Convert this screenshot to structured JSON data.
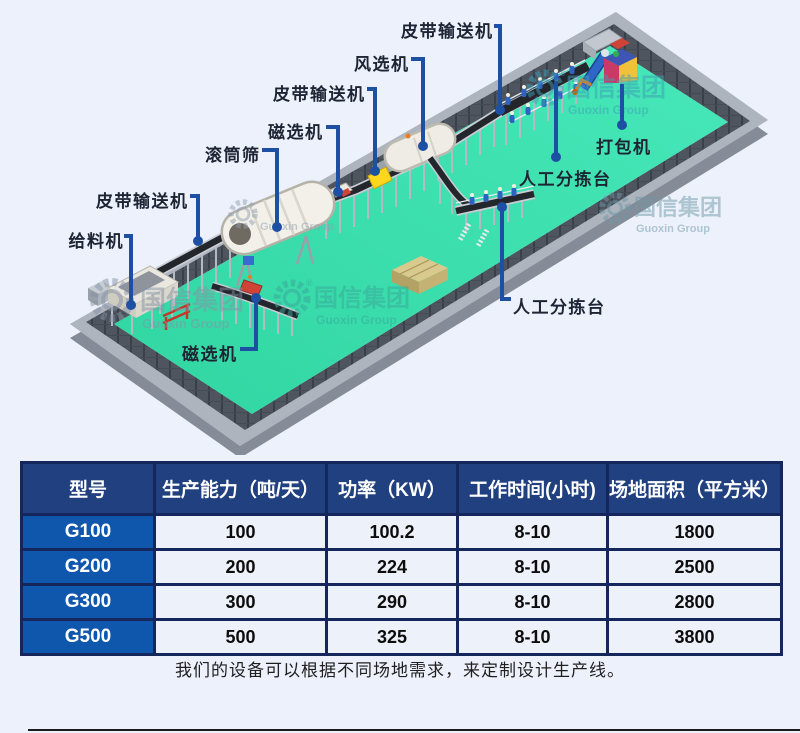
{
  "illustration": {
    "callouts": [
      {
        "label": "给料机"
      },
      {
        "label": "皮带输送机"
      },
      {
        "label": "磁选机"
      },
      {
        "label": "滚筒筛"
      },
      {
        "label": "磁选机"
      },
      {
        "label": "皮带输送机"
      },
      {
        "label": "风选机"
      },
      {
        "label": "皮带输送机"
      },
      {
        "label": "人工分拣台"
      },
      {
        "label": "打包机"
      },
      {
        "label": "人工分拣台"
      }
    ],
    "watermark": {
      "cn": "国信集团",
      "en": "Guoxin Group",
      "reg": "®"
    },
    "colors": {
      "floor": "#3bdfae",
      "wall": "#4f555f",
      "leader": "#1d4fa3",
      "label_text": "#1d2433"
    }
  },
  "table": {
    "headers": [
      "型号",
      "生产能力（吨/天）",
      "功率（KW）",
      "工作时间(小时)",
      "场地面积（平方米）"
    ],
    "rows": [
      [
        "G100",
        "100",
        "100.2",
        "8-10",
        "1800"
      ],
      [
        "G200",
        "200",
        "224",
        "8-10",
        "2500"
      ],
      [
        "G300",
        "300",
        "290",
        "8-10",
        "2800"
      ],
      [
        "G500",
        "500",
        "325",
        "8-10",
        "3800"
      ]
    ]
  },
  "caption": "我们的设备可以根据不同场地需求，来定制设计生产线。"
}
